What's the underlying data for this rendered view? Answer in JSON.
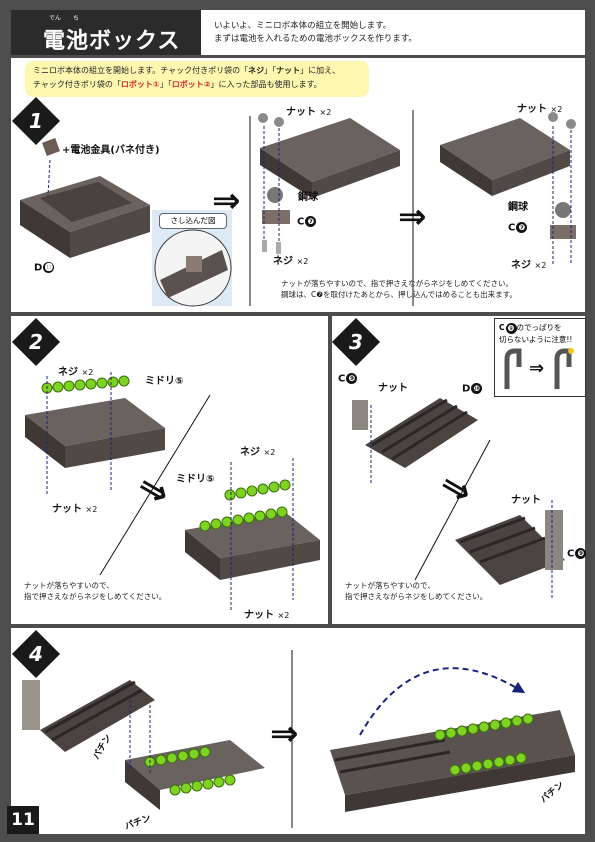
{
  "header": {
    "title": "電池ボックス",
    "ruby_den": "でん",
    "ruby_chi": "ち",
    "intro_line1": "いよいよ、ミニロボ本体の組立を開始します。",
    "intro_line2": "まずは電池を入れるための電池ボックスを作ります。"
  },
  "note": {
    "line1_a": "ミニロボ本体の組立を開始します。チャック付きポリ袋の「",
    "line1_b": "ネジ",
    "line1_c": "」「",
    "line1_d": "ナット",
    "line1_e": "」に加え、",
    "line2_a": "チャック付きポリ袋の「",
    "line2_b": "ロボット①",
    "line2_c": "」「",
    "line2_d": "ロボット②",
    "line2_e": "」に入った部品も使用します。"
  },
  "step1": {
    "number": "1",
    "part_plus": "+電池金具(バネ付き)",
    "part_d": "D",
    "part_d_num": "⓫",
    "inset_label": "さし込んだ図",
    "nut": "ナット",
    "times2": "×2",
    "steel_ball": "鋼球",
    "c": "C",
    "c_num": "❼",
    "screw": "ネジ",
    "note_line1": "ナットが落ちやすいので、指で押さえながらネジをしめてください。",
    "note_line2": "鋼球は、C❼を取付けたあとから、押し込んではめることも出来ます。"
  },
  "step2": {
    "number": "2",
    "screw": "ネジ",
    "times2": "×2",
    "midori": "ミドリ⑤",
    "nut": "ナット",
    "note_line1": "ナットが落ちやすいので、",
    "note_line2": "指で押さえながらネジをしめてください。"
  },
  "step3": {
    "number": "3",
    "c": "C",
    "c_num": "❾",
    "nut": "ナット",
    "d": "D",
    "d_num": "❿",
    "warn_line1": "のでっぱりを",
    "warn_line2": "切らないように注意!!",
    "note_line1": "ナットが落ちやすいので、",
    "note_line2": "指で押さえながらネジをしめてください。"
  },
  "step4": {
    "number": "4",
    "sfx": "パチン"
  },
  "page_number": "11",
  "colors": {
    "green": "#7ed321",
    "dark": "#1a1a1a",
    "part": "#5a524e",
    "red": "#d8232a",
    "blue_arrow": "#1a237e"
  }
}
